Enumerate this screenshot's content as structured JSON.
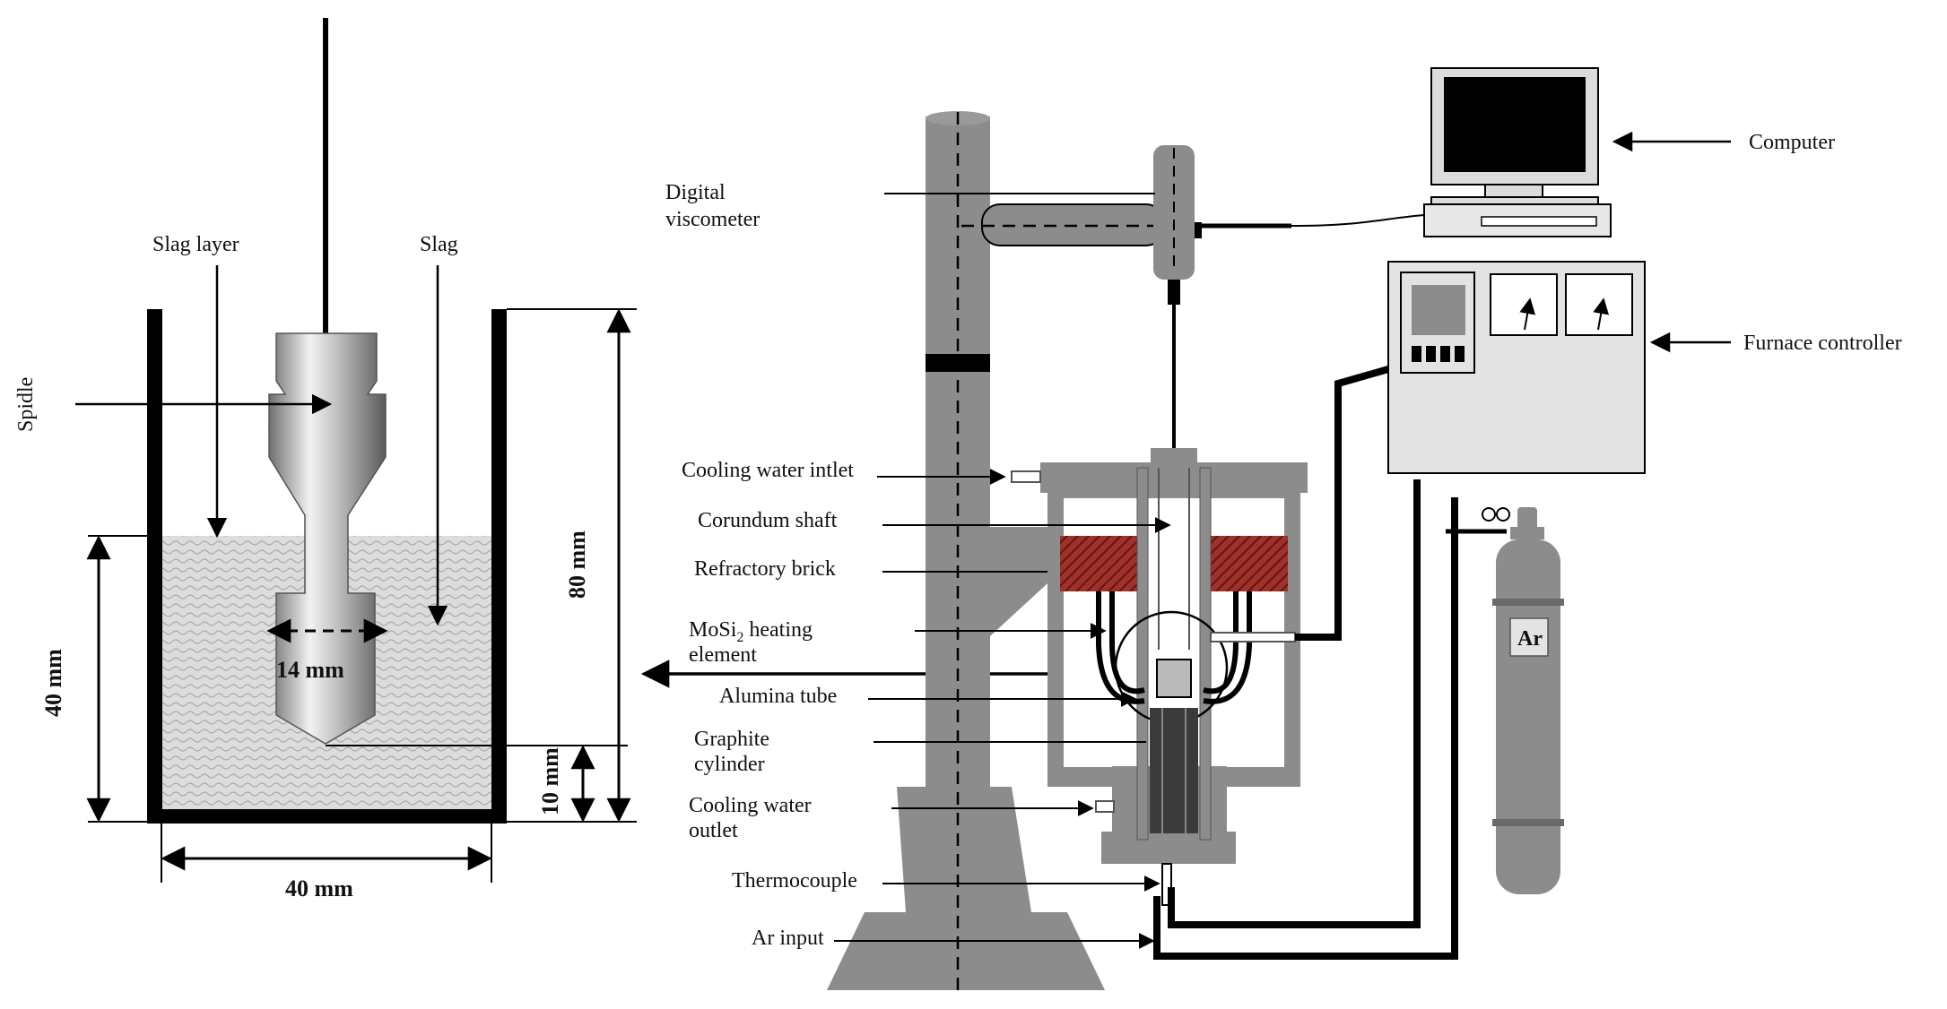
{
  "left_panel": {
    "labels": {
      "spindle": "Spidle",
      "slag_layer": "Slag layer",
      "slag": "Slag"
    },
    "dimensions": {
      "bob_diameter": "14 mm",
      "slag_depth": "40 mm",
      "crucible_width": "40 mm",
      "crucible_height": "80 mm",
      "bob_clearance": "10 mm"
    }
  },
  "right_panel": {
    "labels": {
      "digital_viscometer_line1": "Digital",
      "digital_viscometer_line2": "viscometer",
      "computer": "Computer",
      "furnace_controller": "Furnace controller",
      "cooling_water_inlet": "Cooling water intlet",
      "corundum_shaft": "Corundum shaft",
      "refractory_brick": "Refractory brick",
      "heating_element_line1": "MoSi",
      "heating_element_sub": "2",
      "heating_element_line1_tail": " heating",
      "heating_element_line2": "element",
      "alumina_tube": "Alumina tube",
      "graphite_cylinder_line1": "Graphite",
      "graphite_cylinder_line2": "cylinder",
      "cooling_water_outlet_line1": "Cooling water",
      "cooling_water_outlet_line2": "outlet",
      "thermocouple": "Thermocouple",
      "ar_input": "Ar input",
      "gas_cylinder": "Ar"
    }
  },
  "colors": {
    "apparatus_gray": "#8c8c8c",
    "refractory_brick": "#a0302a",
    "slag_fill": "#d6d6d6"
  }
}
